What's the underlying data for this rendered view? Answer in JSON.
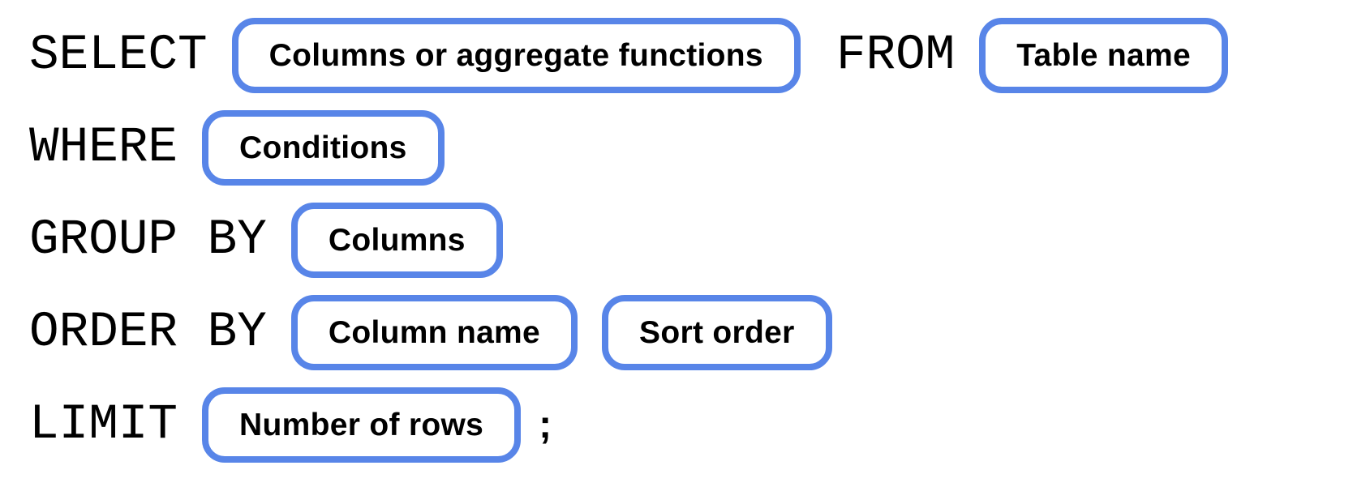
{
  "colors": {
    "pill_border": "#5885E8",
    "text": "#000000",
    "background": "#FFFFFF"
  },
  "diagram": {
    "description": "SQL SELECT statement syntax diagram with placeholder pills",
    "rows": [
      {
        "keyword1": "SELECT",
        "pill1": "Columns or aggregate functions",
        "keyword2": "FROM",
        "pill2": "Table name"
      },
      {
        "keyword1": "WHERE",
        "pill1": "Conditions"
      },
      {
        "keyword1": "GROUP BY",
        "pill1": "Columns"
      },
      {
        "keyword1": "ORDER BY",
        "pill1": "Column name",
        "pill2": "Sort order"
      },
      {
        "keyword1": "LIMIT",
        "pill1": "Number of rows",
        "terminator": ";"
      }
    ]
  }
}
